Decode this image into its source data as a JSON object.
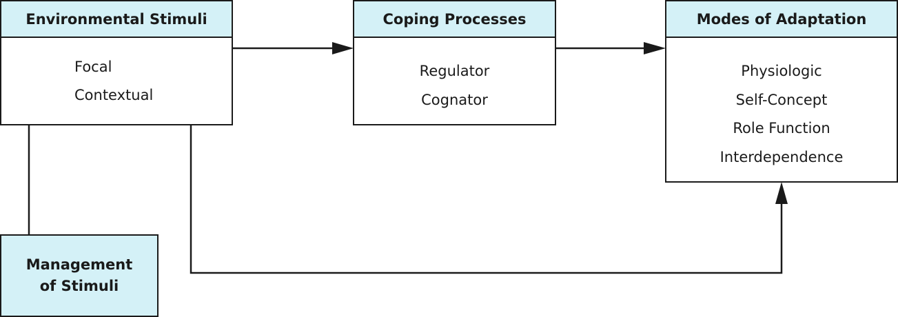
{
  "environmental_stimuli": {
    "title": "Environmental Stimuli",
    "items": [
      "Focal",
      "Contextual"
    ]
  },
  "coping_processes": {
    "title": "Coping Processes",
    "items": [
      "Regulator",
      "Cognator"
    ]
  },
  "modes_of_adaptation": {
    "title": "Modes of Adaptation",
    "items": [
      "Physiologic",
      "Self-Concept",
      "Role Function",
      "Interdependence"
    ]
  },
  "management_of_stimuli": {
    "line1": "Management",
    "line2": "of Stimuli"
  },
  "colors": {
    "header_fill": "#d4f1f7",
    "stroke": "#1a1a1a"
  }
}
